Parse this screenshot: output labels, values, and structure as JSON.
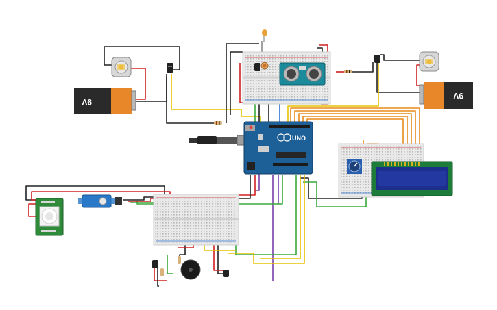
{
  "battery_left": {
    "label": "9V"
  },
  "battery_right": {
    "label": "9V"
  },
  "arduino": {
    "brand": "UNO"
  },
  "colors": {
    "wire_black": "#222222",
    "wire_red": "#d22020",
    "wire_yellow": "#e6c200",
    "wire_orange": "#e88a1a",
    "wire_green": "#3aa83a",
    "wire_purple": "#7a3ea8",
    "wire_blue": "#2a6fd0",
    "wire_gray": "#8a8a8a",
    "arduino_blue": "#1d5f97",
    "pir_green": "#2e8b3a",
    "lcd_blue": "#1c2f8c",
    "servo_blue": "#2a78c8",
    "breadboard": "#e9e9e9"
  },
  "icons": [
    "dc-motor-icon",
    "battery-icon",
    "led-icon",
    "ultrasonic-sensor-icon",
    "arduino-uno-icon",
    "lcd-display-icon",
    "potentiometer-icon",
    "pir-sensor-icon",
    "servo-motor-icon",
    "buzzer-icon",
    "transistor-icon",
    "resistor-icon",
    "usb-cable-icon"
  ]
}
